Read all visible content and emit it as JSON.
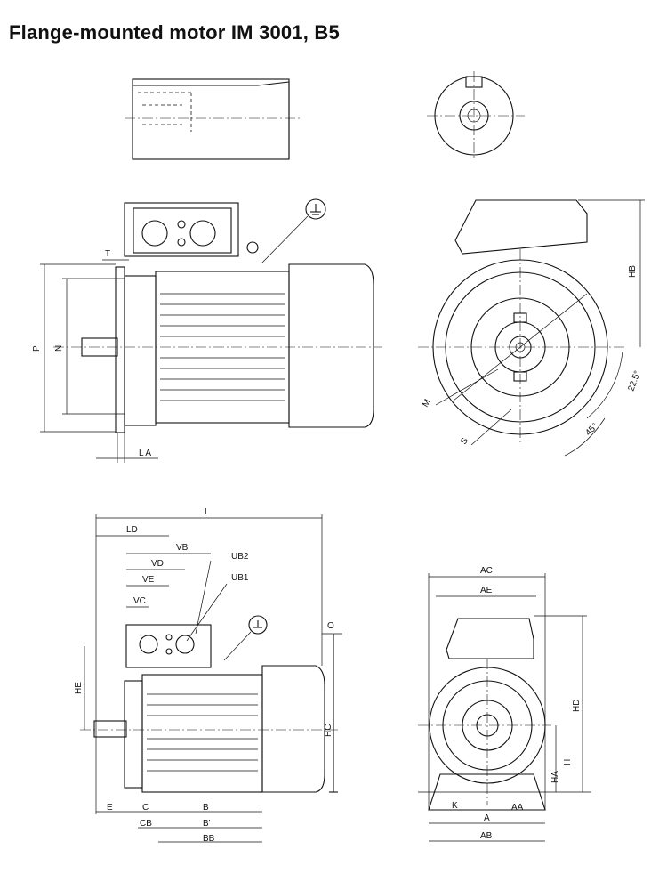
{
  "title": "Flange-mounted motor IM 3001, B5",
  "labels": {
    "T": "T",
    "P": "P",
    "N": "N",
    "LA": "L A",
    "M": "M",
    "S": "S",
    "HB": "HB",
    "ang225": "22.5°",
    "ang45": "45°",
    "L": "L",
    "LD": "LD",
    "VB": "VB",
    "VD": "VD",
    "VE": "VE",
    "VC": "VC",
    "UB2": "UB2",
    "UB1": "UB1",
    "O": "O",
    "HE": "HE",
    "HC": "HC",
    "E": "E",
    "C": "C",
    "B": "B",
    "CB": "CB",
    "Bp": "B'",
    "BB": "BB",
    "AC": "AC",
    "AE": "AE",
    "HD": "HD",
    "H": "H",
    "HA": "HA",
    "K": "K",
    "AA": "AA",
    "A": "A",
    "AB": "AB"
  }
}
